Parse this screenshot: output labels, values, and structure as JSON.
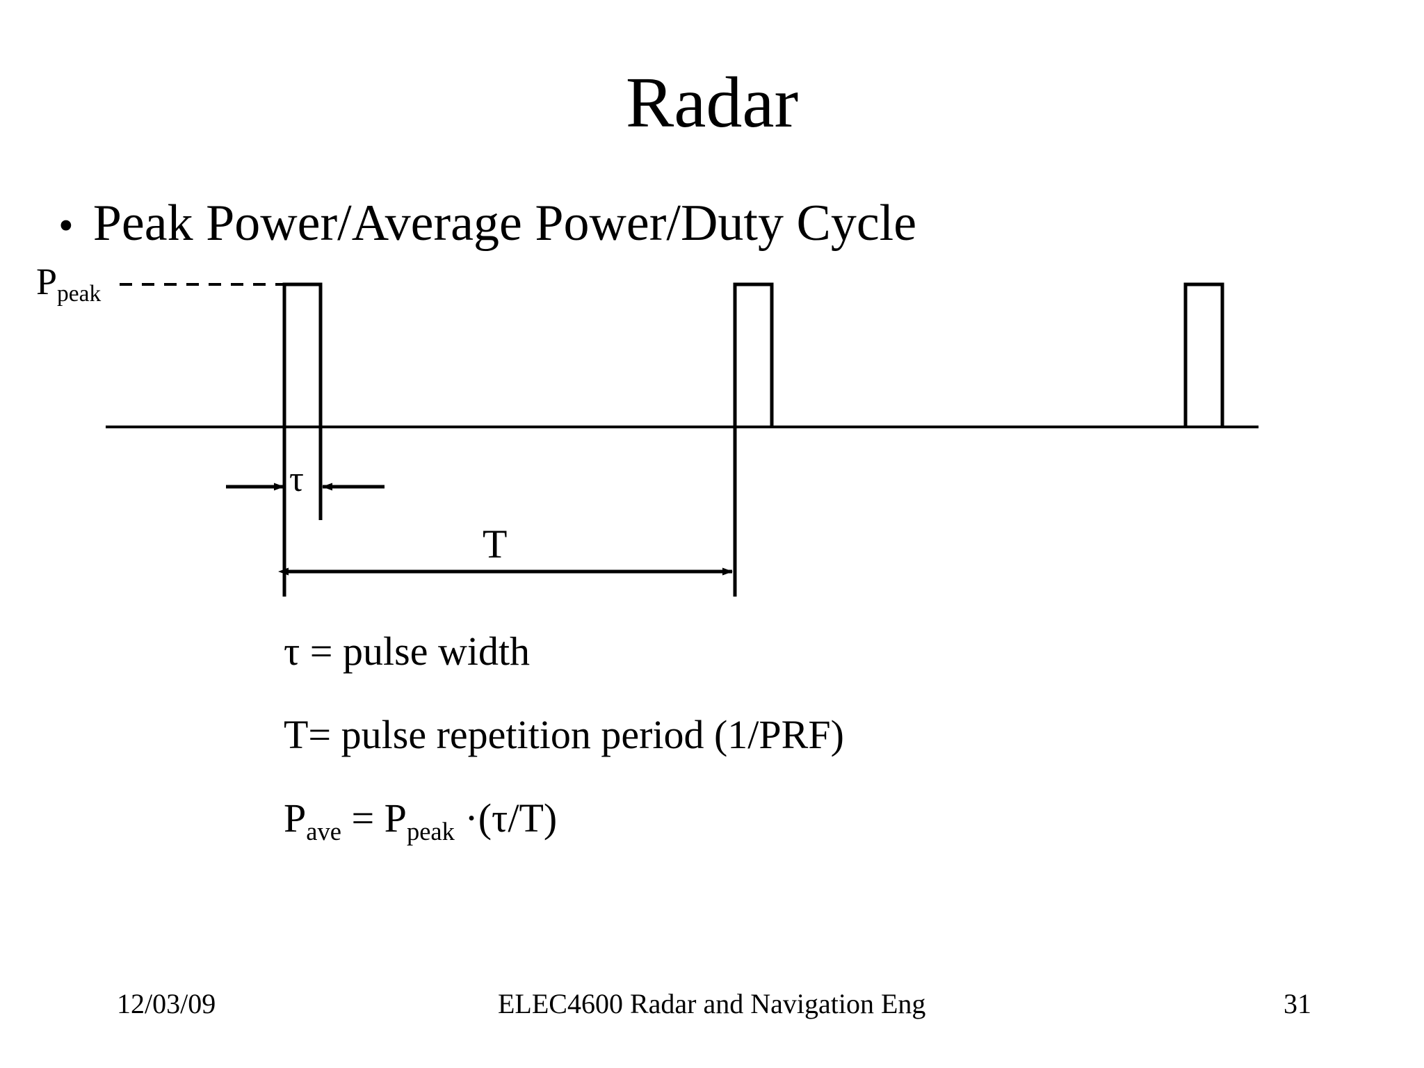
{
  "slide": {
    "title": "Radar",
    "bullet_glyph": "•",
    "bullet_text": "Peak Power/Average Power/Duty Cycle"
  },
  "diagram": {
    "peak_label_main": "P",
    "peak_label_sub": "peak",
    "tau_symbol": "τ",
    "period_symbol": "T",
    "stroke_color": "#000000",
    "pulse_count": 3
  },
  "definitions": [
    {
      "id": "pulse-width",
      "parts": [
        {
          "text": "τ = pulse width",
          "sub": ""
        }
      ],
      "plain": "τ = pulse width"
    },
    {
      "id": "pulse-repetition-period",
      "parts": [
        {
          "text": "T= pulse repetition period  (1/PRF)",
          "sub": ""
        }
      ],
      "plain": "T= pulse repetition period  (1/PRF)"
    },
    {
      "id": "average-power",
      "parts": [
        {
          "text": "P",
          "sub": "ave"
        },
        {
          "text": " = P",
          "sub": "peak"
        },
        {
          "text": " ·(τ/T)",
          "sub": ""
        }
      ],
      "plain": "P_ave = P_peak ·(τ/T)"
    }
  ],
  "def_text": {
    "line1": "τ = pulse width",
    "line2": "T= pulse repetition period  (1/PRF)",
    "line3_a": "P",
    "line3_a_sub": "ave",
    "line3_b": " = P",
    "line3_b_sub": "peak",
    "line3_c": " ·(τ/T)"
  },
  "footer": {
    "date": "12/03/09",
    "center": "ELEC4600 Radar and Navigation Eng",
    "page": "31"
  }
}
